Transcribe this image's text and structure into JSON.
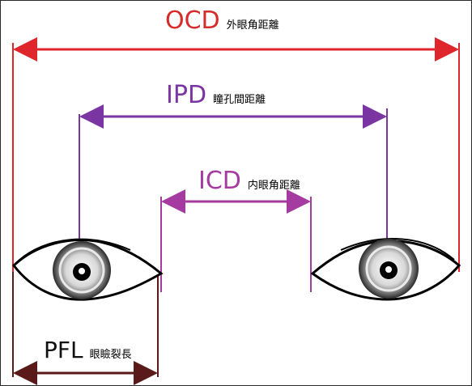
{
  "measurements": {
    "ocd": {
      "abbr": "OCD",
      "name": "外眼角距離",
      "color": "#d62b2b"
    },
    "ipd": {
      "abbr": "IPD",
      "name": "瞳孔間距離",
      "color": "#7a35a3"
    },
    "icd": {
      "abbr": "ICD",
      "name": "内眼角距離",
      "color": "#a53aa0"
    },
    "pfl": {
      "abbr": "PFL",
      "name": "眼瞼裂長",
      "color": "#5a1a1a"
    }
  },
  "eyes": [
    {
      "id": "right-eye",
      "side": "left"
    },
    {
      "id": "left-eye",
      "side": "right"
    }
  ]
}
